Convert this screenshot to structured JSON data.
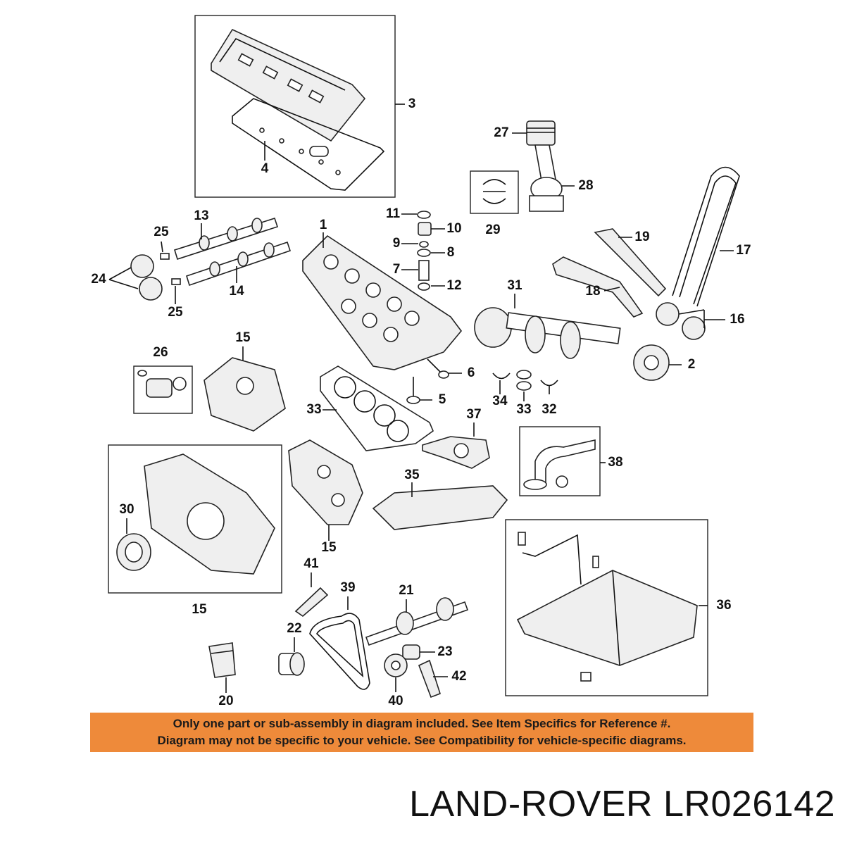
{
  "callouts": [
    {
      "id": "3",
      "label": "3"
    },
    {
      "id": "4",
      "label": "4"
    },
    {
      "id": "27",
      "label": "27"
    },
    {
      "id": "28",
      "label": "28"
    },
    {
      "id": "29",
      "label": "29"
    },
    {
      "id": "11",
      "label": "11"
    },
    {
      "id": "10",
      "label": "10"
    },
    {
      "id": "9",
      "label": "9"
    },
    {
      "id": "8",
      "label": "8"
    },
    {
      "id": "7",
      "label": "7"
    },
    {
      "id": "12",
      "label": "12"
    },
    {
      "id": "1",
      "label": "1"
    },
    {
      "id": "13",
      "label": "13"
    },
    {
      "id": "25a",
      "label": "25"
    },
    {
      "id": "24",
      "label": "24"
    },
    {
      "id": "14",
      "label": "14"
    },
    {
      "id": "25b",
      "label": "25"
    },
    {
      "id": "19",
      "label": "19"
    },
    {
      "id": "17",
      "label": "17"
    },
    {
      "id": "18",
      "label": "18"
    },
    {
      "id": "31",
      "label": "31"
    },
    {
      "id": "16",
      "label": "16"
    },
    {
      "id": "26",
      "label": "26"
    },
    {
      "id": "15a",
      "label": "15"
    },
    {
      "id": "6",
      "label": "6"
    },
    {
      "id": "5",
      "label": "5"
    },
    {
      "id": "2",
      "label": "2"
    },
    {
      "id": "34",
      "label": "34"
    },
    {
      "id": "33a",
      "label": "33"
    },
    {
      "id": "32",
      "label": "32"
    },
    {
      "id": "33b",
      "label": "33"
    },
    {
      "id": "37",
      "label": "37"
    },
    {
      "id": "38",
      "label": "38"
    },
    {
      "id": "35",
      "label": "35"
    },
    {
      "id": "30",
      "label": "30"
    },
    {
      "id": "15b",
      "label": "15"
    },
    {
      "id": "15c",
      "label": "15"
    },
    {
      "id": "41",
      "label": "41"
    },
    {
      "id": "39",
      "label": "39"
    },
    {
      "id": "21",
      "label": "21"
    },
    {
      "id": "36",
      "label": "36"
    },
    {
      "id": "22",
      "label": "22"
    },
    {
      "id": "23",
      "label": "23"
    },
    {
      "id": "42",
      "label": "42"
    },
    {
      "id": "20",
      "label": "20"
    },
    {
      "id": "40",
      "label": "40"
    }
  ],
  "notice": {
    "line1": "Only one part or sub-assembly in diagram included. See Item Specifics for Reference #.",
    "line2": "Diagram may not be specific to your vehicle. See Compatibility for vehicle-specific diagrams."
  },
  "brand": {
    "text": "LAND-ROVER LR026142"
  },
  "colors": {
    "notice_bg": "#ee8a3a",
    "line": "#222222"
  }
}
